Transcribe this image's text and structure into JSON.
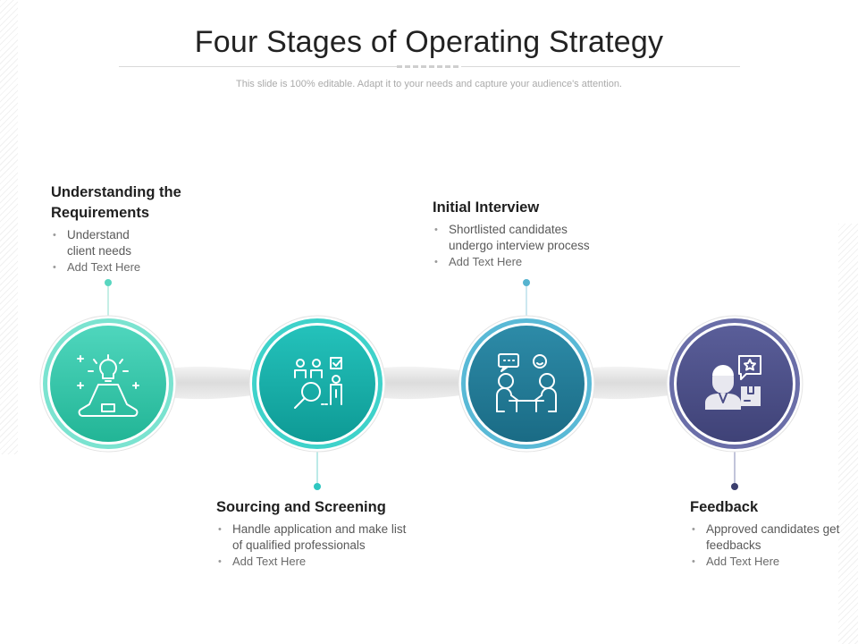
{
  "title": "Four Stages of Operating Strategy",
  "subtitle": "This slide is 100% editable. Adapt it to your needs and capture your audience's attention.",
  "stages": [
    {
      "title": "Understanding the Requirements",
      "bullets": [
        "Understand client needs",
        "Add Text Here"
      ],
      "icon": "meditating-idea-person-icon",
      "color_outer": "#66dcc6",
      "color_inner": "#2fc3a6"
    },
    {
      "title": "Sourcing and Screening",
      "bullets": [
        "Handle application and make list of qualified professionals",
        "Add Text Here"
      ],
      "icon": "candidate-search-magnifier-icon",
      "color_outer": "#3fd0c8",
      "color_inner": "#15a8a2"
    },
    {
      "title": "Initial Interview",
      "bullets": [
        "Shortlisted candidates undergo interview process",
        "Add Text Here"
      ],
      "icon": "interview-conversation-icon",
      "color_outer": "#4aaed0",
      "color_inner": "#1f7f98"
    },
    {
      "title": "Feedback",
      "bullets": [
        "Approved candidates get feedbacks",
        "Add Text Here"
      ],
      "icon": "feedback-person-star-icon",
      "color_outer": "#6a6ea8",
      "color_inner": "#4a4d86"
    }
  ]
}
